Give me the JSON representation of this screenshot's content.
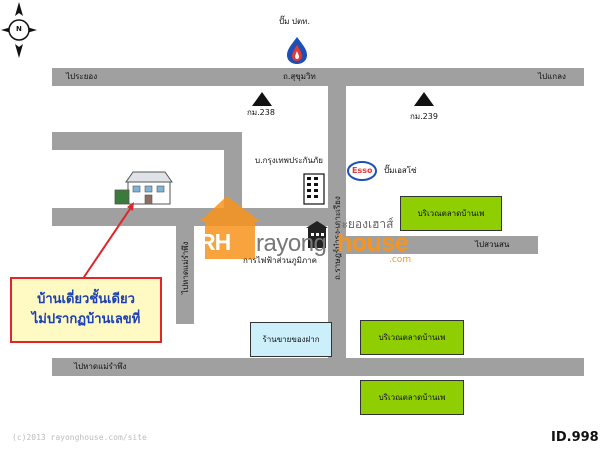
{
  "compass": {
    "letter": "N"
  },
  "roads": {
    "top_left": "ไประยอง",
    "top_mid": "ถ.สุขุมวิท",
    "top_right": "ไปแกลง",
    "vertical_left": "ไปหาดแม่รำพึง",
    "vertical_mid": "ถ.ราษฎร์บำรุง-เกาะเรียง",
    "mid_right": "ไปสวนสน",
    "bottom_left": "ไปหาดแม่รำพึง"
  },
  "km_markers": {
    "left": "กม.238",
    "right": "กม.239"
  },
  "landmarks": {
    "ptt": "ปั๊ม ปตท.",
    "esso_logo": "Esso",
    "esso_label": "ปั๊มเอสโซ่",
    "insurance": "บ.กรุงเทพประกันภัย",
    "electric": "การไฟฟ้าส่วนภูมิภาค",
    "shop": "ร้านขายของฝาก",
    "market_top": "บริเวณตลาดบ้านเพ",
    "market_mid": "บริเวณตลาดบ้านเพ",
    "market_bottom": "บริเวณตลาดบ้านเพ"
  },
  "callout": {
    "line1": "บ้านเดี่ยวชั้นเดียว",
    "line2": "ไม่ปรากฏบ้านเลขที่"
  },
  "watermark": {
    "rh": "RH",
    "rayong": "rayong",
    "house": "house",
    "thai": "ระยองเฮาส์",
    "com": ".com"
  },
  "footer": {
    "copyright": "(c)2013 rayonghouse.com/site",
    "id": "ID.998"
  },
  "colors": {
    "road": "#a0a0a0",
    "market": "#8fce00",
    "shop": "#cdeffa",
    "callout_border": "#e1252b",
    "callout_text": "#1a3fb5",
    "arrow": "#e1252b",
    "watermark_orange": "#f7941d"
  }
}
